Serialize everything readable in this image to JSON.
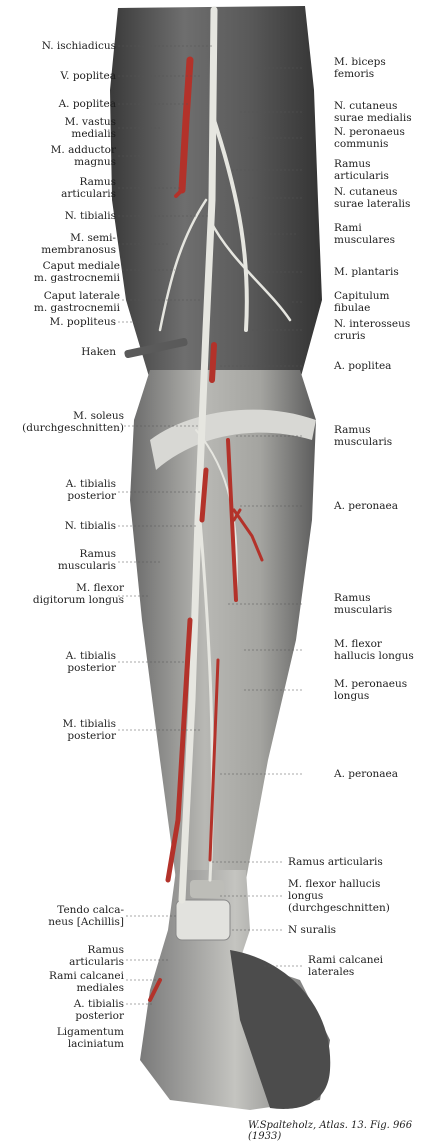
{
  "labels_left": [
    [
      "N. ischiadicus"
    ],
    [
      "V. poplitea"
    ],
    [
      "A. poplitea"
    ],
    [
      "M. vastus",
      "medialis"
    ],
    [
      "M. adductor",
      "magnus"
    ],
    [
      "Ramus",
      "articularis"
    ],
    [
      "N. tibialis"
    ],
    [
      "M. semi-",
      "membranosus"
    ],
    [
      "Caput mediale",
      "m. gastrocnemii"
    ],
    [
      "Caput laterale",
      "m. gastrocnemii"
    ],
    [
      "M. popliteus"
    ],
    [
      "Haken"
    ],
    [
      "M. soleus",
      "(durchgeschnitten)"
    ],
    [
      "A. tibialis",
      "posterior"
    ],
    [
      "N. tibialis"
    ],
    [
      "Ramus",
      "muscularis"
    ],
    [
      "M. flexor",
      "digitorum longus"
    ],
    [
      "A. tibialis",
      "posterior"
    ],
    [
      "M. tibialis",
      "posterior"
    ],
    [
      "Tendo calca-",
      "neus [Achillis]"
    ],
    [
      "Ramus",
      "articularis"
    ],
    [
      "Rami calcanei",
      "mediales"
    ],
    [
      "A. tibialis",
      "posterior"
    ],
    [
      "Ligamentum",
      "laciniatum"
    ]
  ],
  "labels_right": [
    [
      "M. biceps",
      "femoris"
    ],
    [
      "N. cutaneus",
      "surae medialis"
    ],
    [
      "N. peronaeus",
      "communis"
    ],
    [
      "Ramus",
      "articularis"
    ],
    [
      "N. cutaneus",
      "surae lateralis"
    ],
    [
      "Rami",
      "musculares"
    ],
    [
      "M. plantaris"
    ],
    [
      "Capitulum",
      "fibulae"
    ],
    [
      "N. interosseus",
      "cruris"
    ],
    [
      "A. poplitea"
    ],
    [
      "Ramus",
      "muscularis"
    ],
    [
      "A. peronaea"
    ],
    [
      "Ramus",
      "muscularis"
    ],
    [
      "M. flexor",
      "hallucis longus"
    ],
    [
      "M. peronaeus",
      "longus"
    ],
    [
      "A. peronaea"
    ],
    [
      "Ramus articularis"
    ],
    [
      "M. flexor hallucis",
      "longus",
      "(durchgeschnitten)"
    ],
    [
      "N suralis"
    ],
    [
      "Rami calcanei",
      "laterales"
    ]
  ],
  "caption": "W.Spalteholz, Atlas. 13. Fig. 966 (1933)",
  "colors": {
    "artery": "#b3322a",
    "nerve": "#e6e6e0",
    "muscle_dark": "#4a4a4a",
    "muscle_mid": "#8c8c8c",
    "muscle_light": "#c8c8c4",
    "leader": "#555555"
  }
}
